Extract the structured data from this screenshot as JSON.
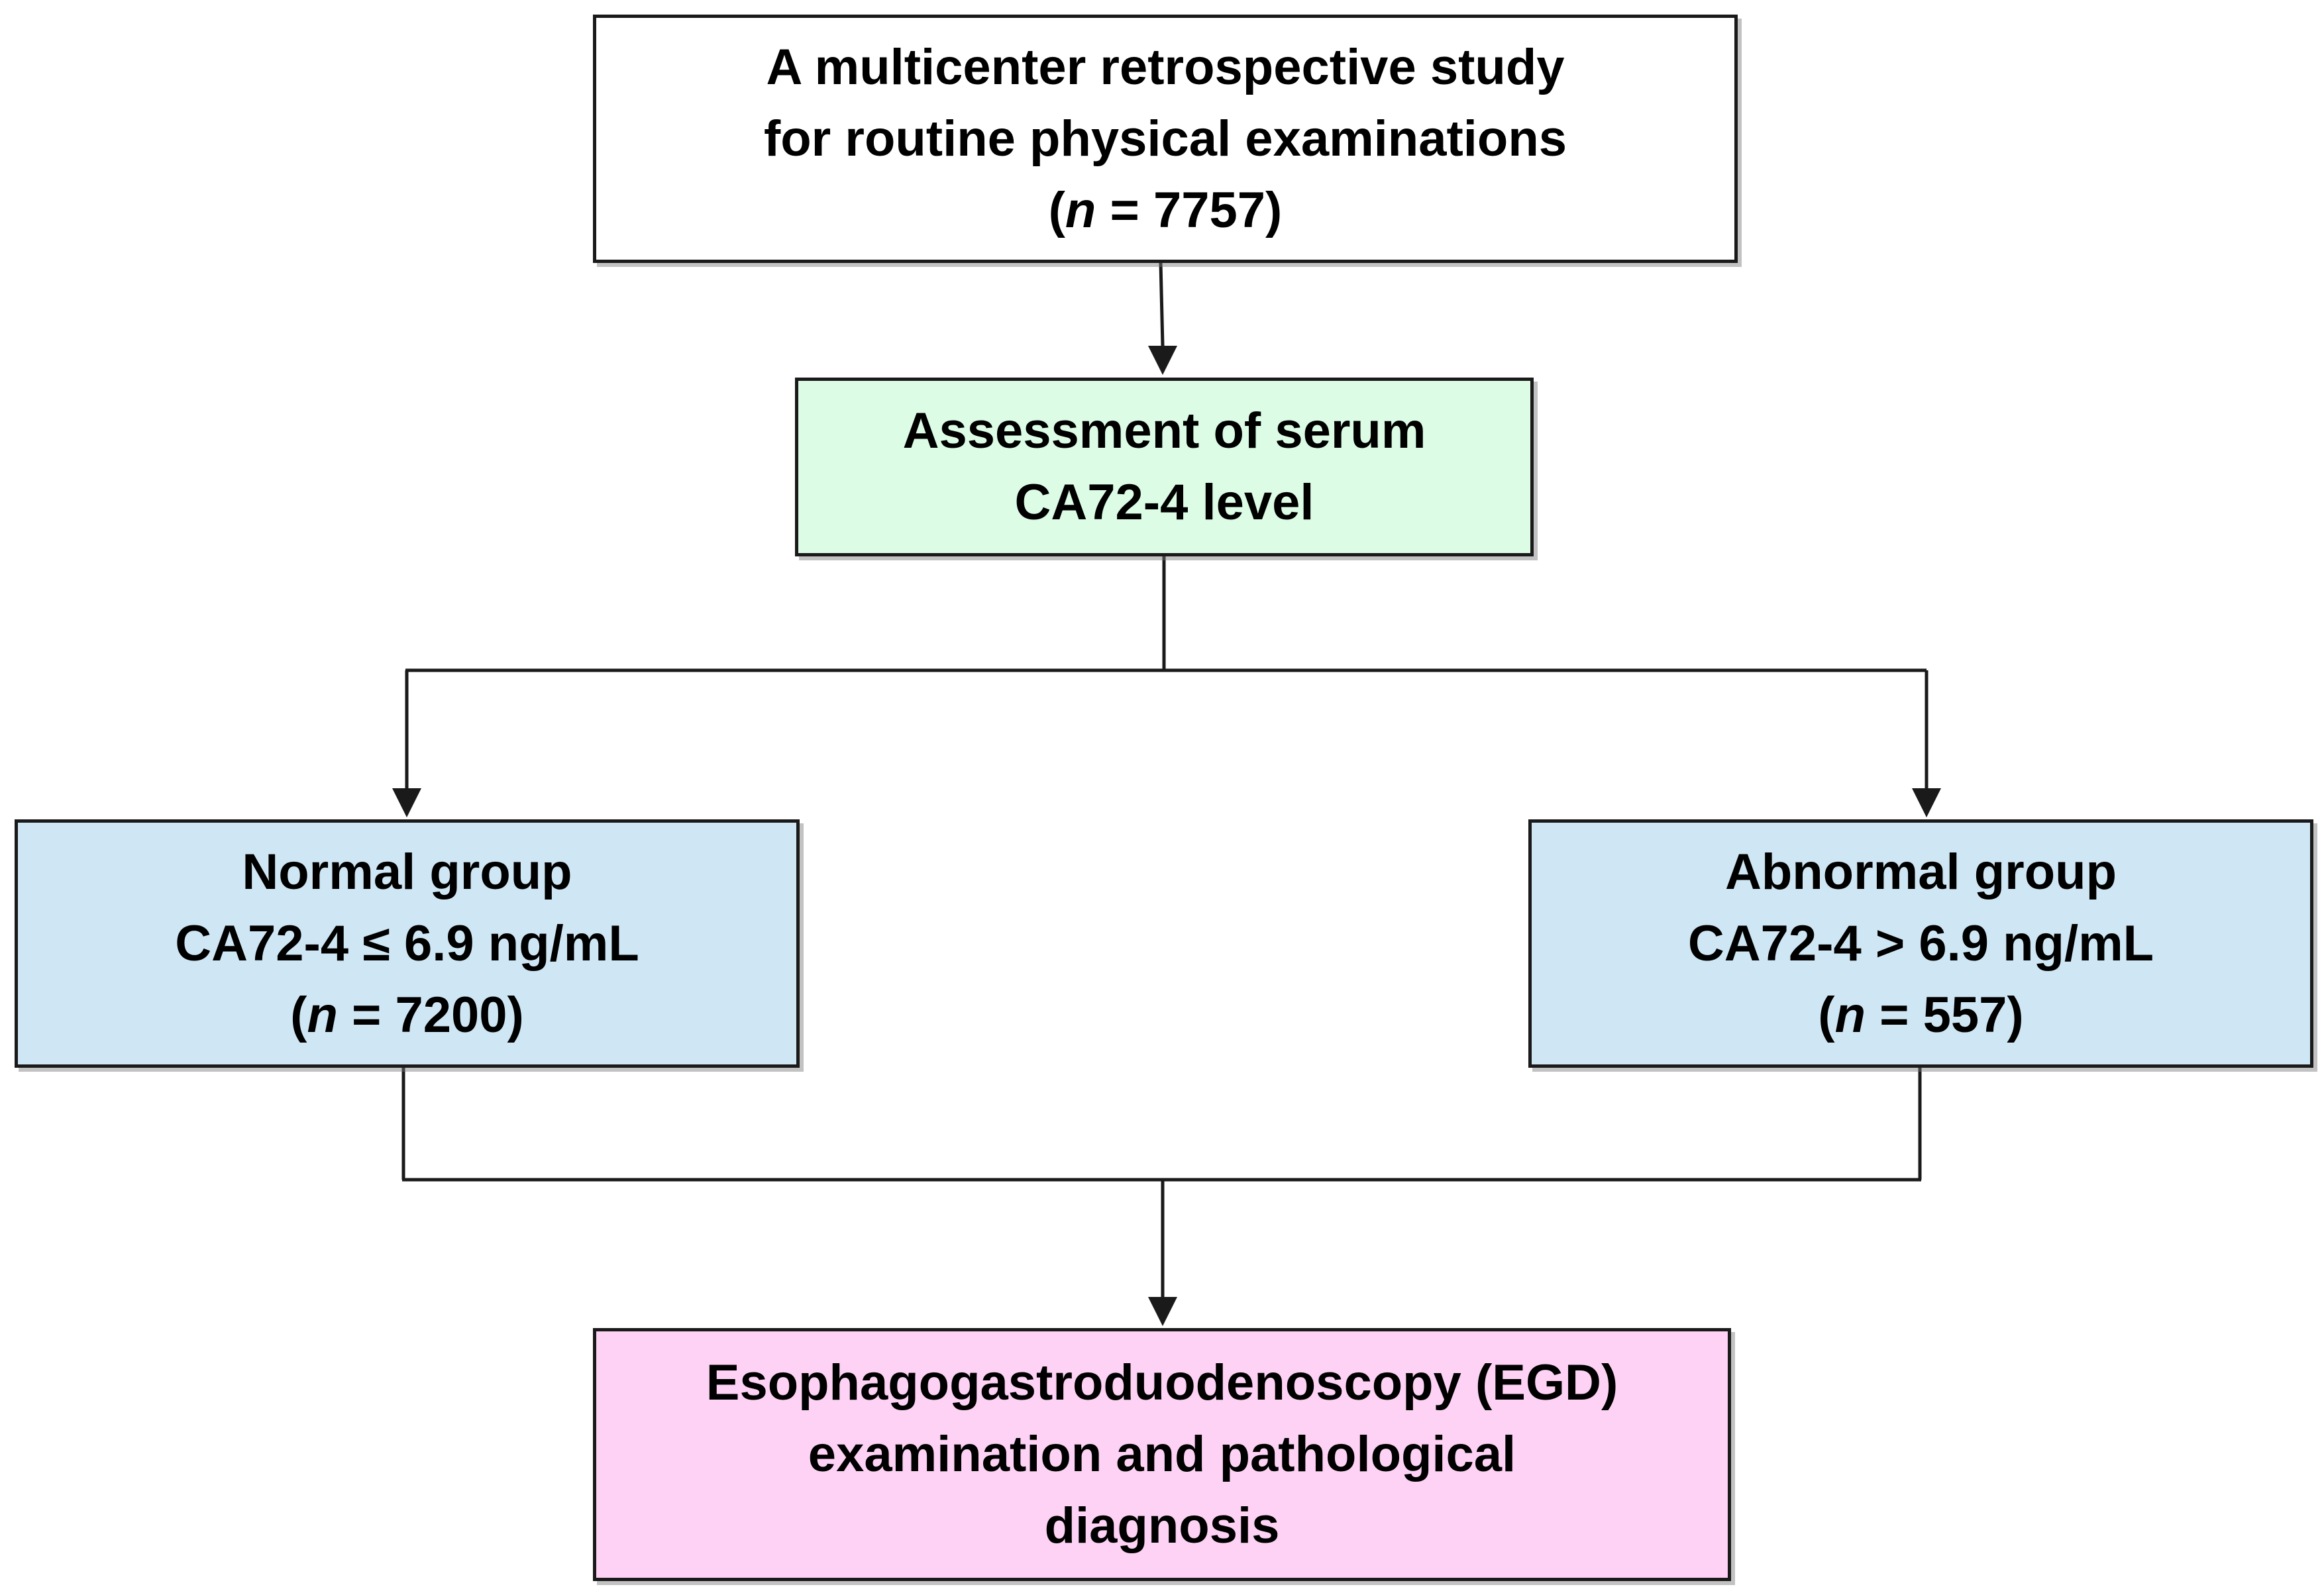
{
  "colors": {
    "study_fill": "#ffffff",
    "assessment_fill": "#dcfce6",
    "group_fill": "#cfe6f4",
    "egd_fill": "#fdd2f4",
    "stroke": "#1a1a1a"
  },
  "nodes": {
    "study": {
      "line1": "A multicenter retrospective study",
      "line2": "for routine physical examinations",
      "n_prefix": "(",
      "n_symbol": "n",
      "n_value": " = 7757)"
    },
    "assessment": {
      "line1": "Assessment of serum",
      "line2": "CA72-4 level"
    },
    "normal": {
      "line1": "Normal group",
      "line2": "CA72-4 ≤ 6.9 ng/mL",
      "n_prefix": "(",
      "n_symbol": "n",
      "n_value": " = 7200)"
    },
    "abnormal": {
      "line1": "Abnormal group",
      "line2": "CA72-4 > 6.9 ng/mL",
      "n_prefix": "(",
      "n_symbol": "n",
      "n_value": " = 557)"
    },
    "egd": {
      "line1": "Esophagogastroduodenoscopy (EGD)",
      "line2": "examination and pathological",
      "line3": "diagnosis"
    }
  },
  "edges": [
    {
      "from": "study",
      "to": "assessment"
    },
    {
      "from": "assessment",
      "to": "normal"
    },
    {
      "from": "assessment",
      "to": "abnormal"
    },
    {
      "from": "normal",
      "to": "egd"
    },
    {
      "from": "abnormal",
      "to": "egd"
    }
  ]
}
